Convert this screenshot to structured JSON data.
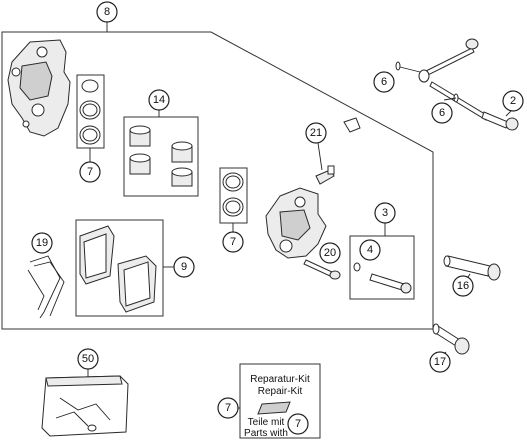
{
  "callouts": {
    "c8": "8",
    "c7a": "7",
    "c14": "14",
    "c7b": "7",
    "c21": "21",
    "c6a": "6",
    "c6b": "6",
    "c2": "2",
    "c3": "3",
    "c4": "4",
    "c20": "20",
    "c19": "19",
    "c9": "9",
    "c16": "16",
    "c17": "17",
    "c50": "50",
    "c7c": "7",
    "c7d": "7"
  },
  "repair_kit_label": {
    "line1": "Reparatur-Kit",
    "line2": "Repair-Kit",
    "line3": "Teile mit",
    "line4": "Parts with"
  }
}
